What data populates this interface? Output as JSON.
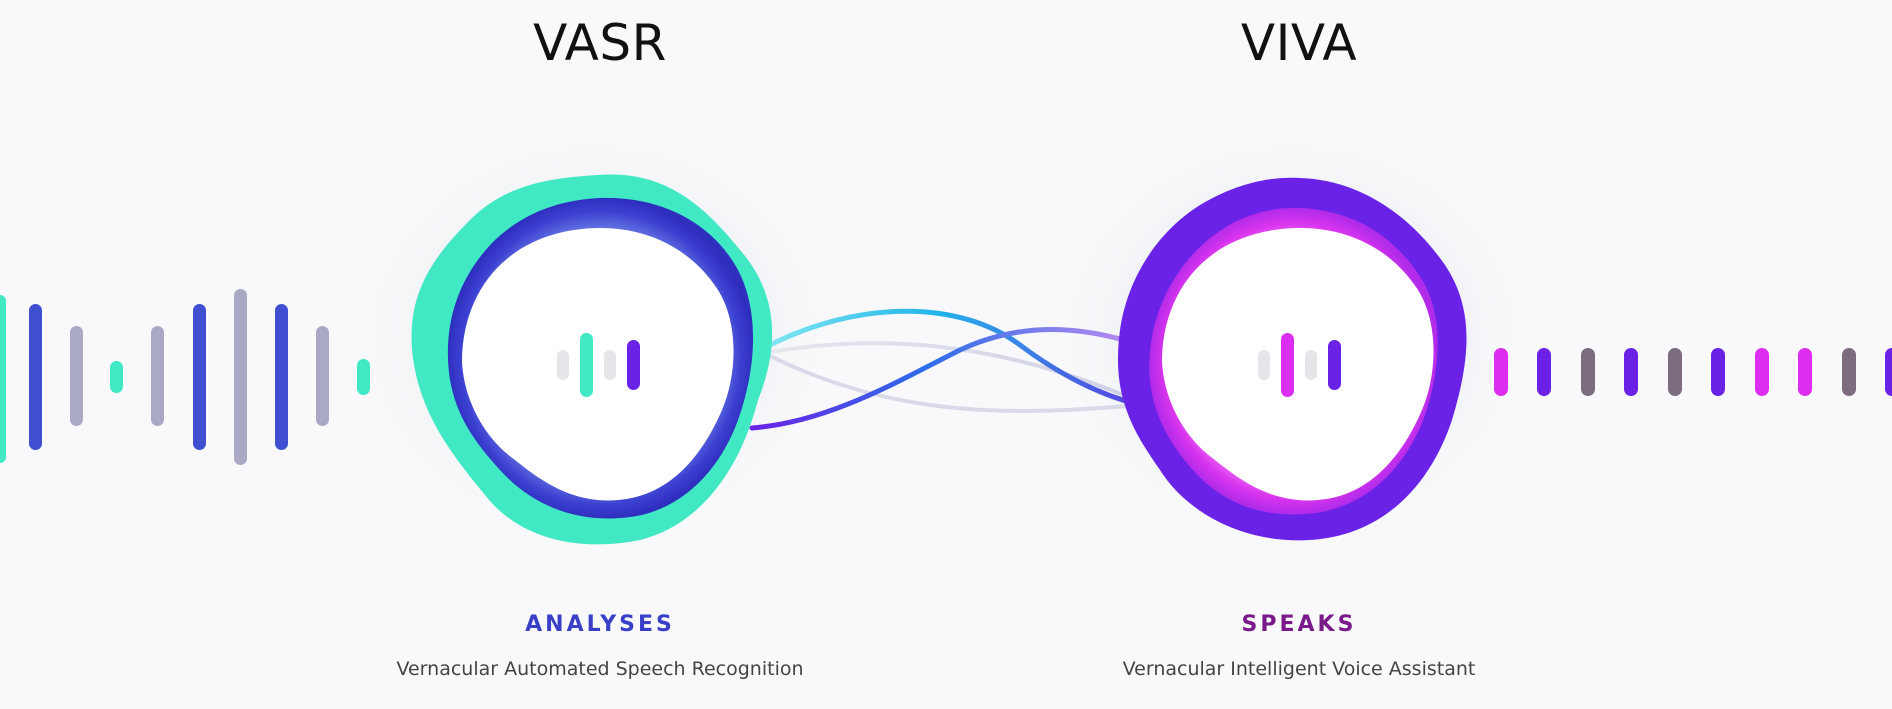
{
  "left": {
    "title": "VASR",
    "verb": "ANALYSES",
    "description": "Vernacular Automated Speech Recognition"
  },
  "right": {
    "title": "VIVA",
    "verb": "SPEAKS",
    "description": "Vernacular Intelligent Voice Assistant"
  },
  "colors": {
    "teal": "#40e8c4",
    "indigo": "#3f4fd0",
    "violet": "#6a22e6",
    "magenta": "#dc2ef0",
    "grey_bar": "#a9a9c6",
    "taupe_bar": "#7d6b80",
    "sky": "#22b4ea",
    "verb_left": "#3a3fc8",
    "verb_right": "#7a1a8a"
  },
  "icons": {
    "left_wave": "sound-wave-icon",
    "right_wave": "sound-wave-icon",
    "left_orb": "teal-indigo-blob-icon",
    "right_orb": "violet-magenta-blob-icon",
    "connector": "intertwined-lines-icon"
  }
}
